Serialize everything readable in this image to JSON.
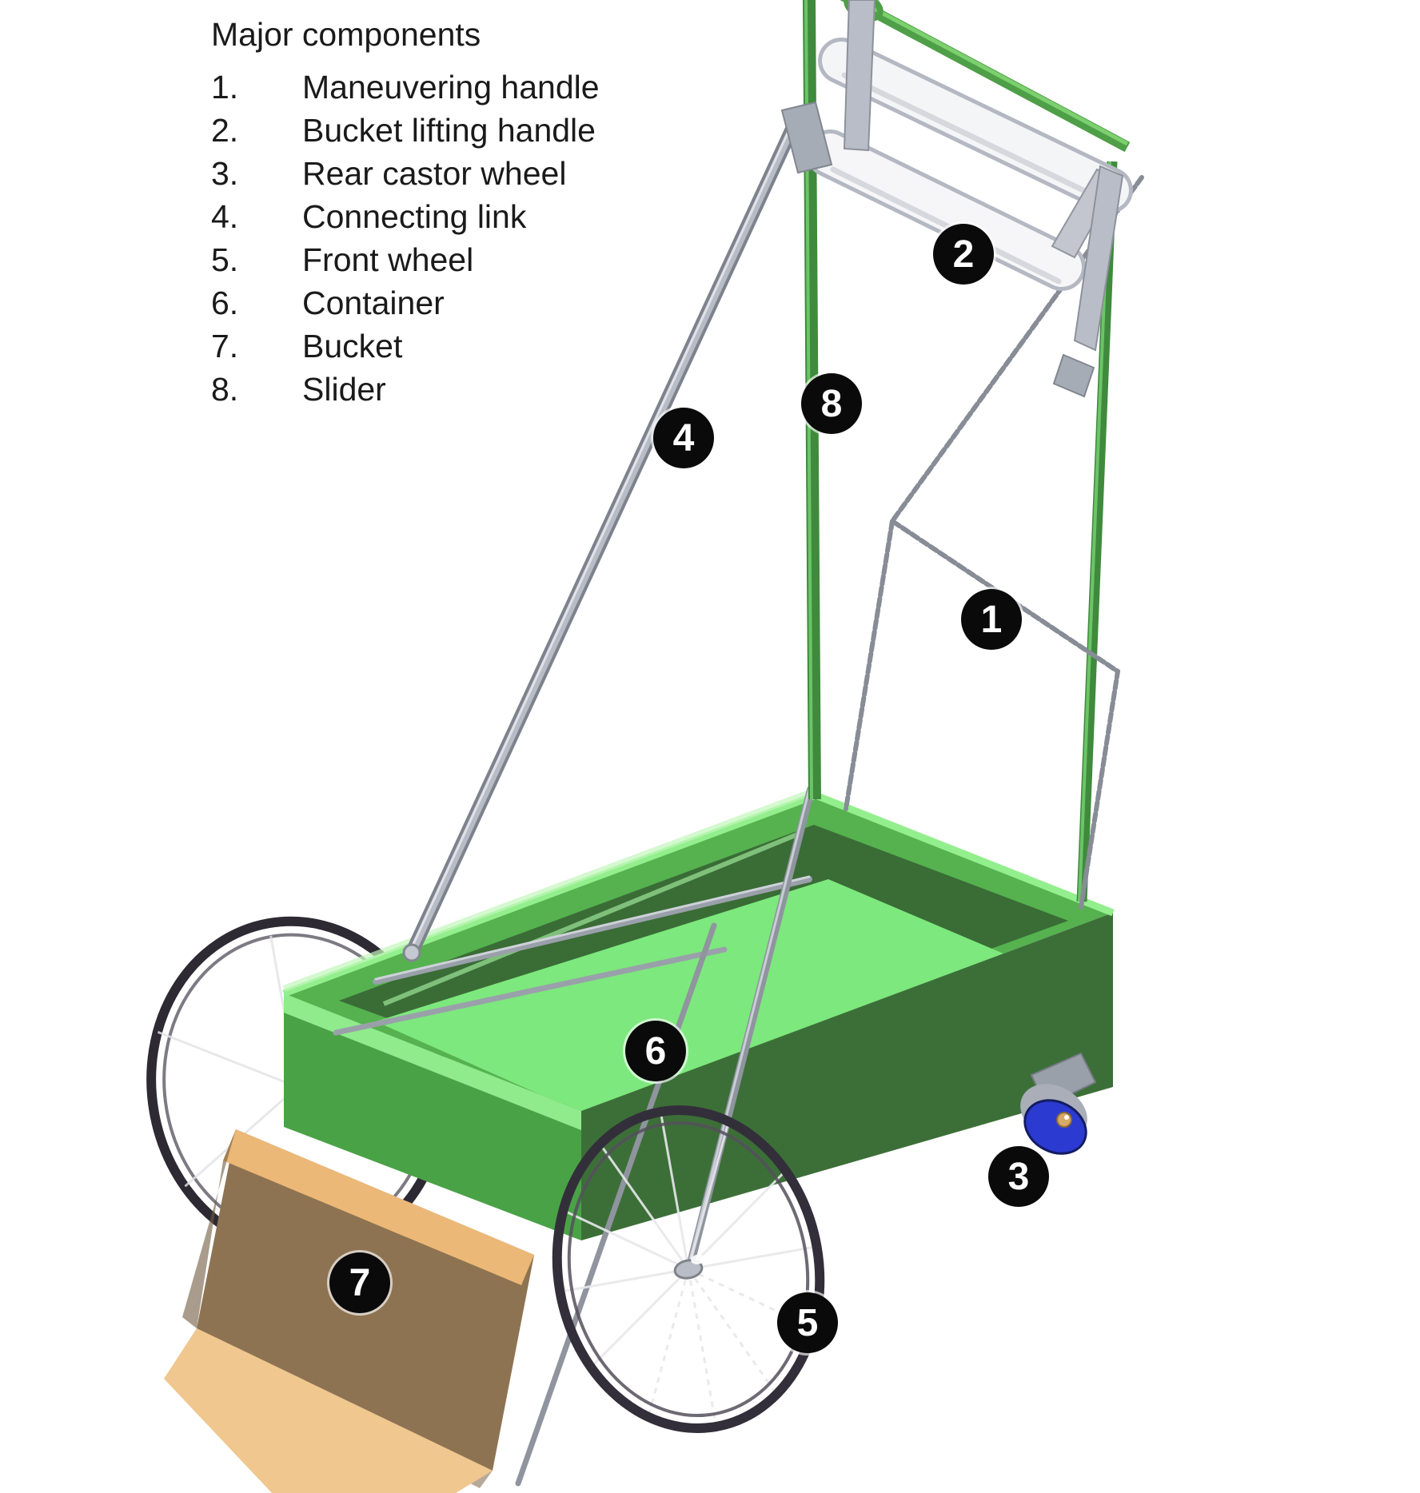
{
  "legend": {
    "title": "Major components",
    "items": [
      {
        "num": "1.",
        "label": "Maneuvering handle"
      },
      {
        "num": "2.",
        "label": "Bucket lifting handle"
      },
      {
        "num": "3.",
        "label": "Rear castor wheel"
      },
      {
        "num": "4.",
        "label": "Connecting link"
      },
      {
        "num": "5.",
        "label": "Front wheel"
      },
      {
        "num": "6.",
        "label": "Container"
      },
      {
        "num": "7.",
        "label": "Bucket"
      },
      {
        "num": "8.",
        "label": "Slider"
      }
    ]
  },
  "callouts": [
    {
      "number": "1",
      "part": "Maneuvering handle"
    },
    {
      "number": "2",
      "part": "Bucket lifting handle"
    },
    {
      "number": "3",
      "part": "Rear castor wheel"
    },
    {
      "number": "4",
      "part": "Connecting link"
    },
    {
      "number": "5",
      "part": "Front wheel"
    },
    {
      "number": "6",
      "part": "Container"
    },
    {
      "number": "7",
      "part": "Bucket"
    },
    {
      "number": "8",
      "part": "Slider"
    }
  ],
  "colors": {
    "container_floor_green": "#7de87d",
    "container_mid_green": "#4ea649",
    "container_dark_green": "#3c6f38",
    "rim_highlight_green": "#93ef8d",
    "slider_green": "#3f8a3c",
    "tube_gray": "#8f949e",
    "roller_white": "#f4f5f7",
    "bucket_brown": "#8d7351",
    "bucket_tan": "#eebe7d",
    "castor_blue": "#2b3ad0",
    "wheel_rim_dark": "#332f3a",
    "badge_bg": "#0a0a0a",
    "badge_text": "#ffffff"
  }
}
